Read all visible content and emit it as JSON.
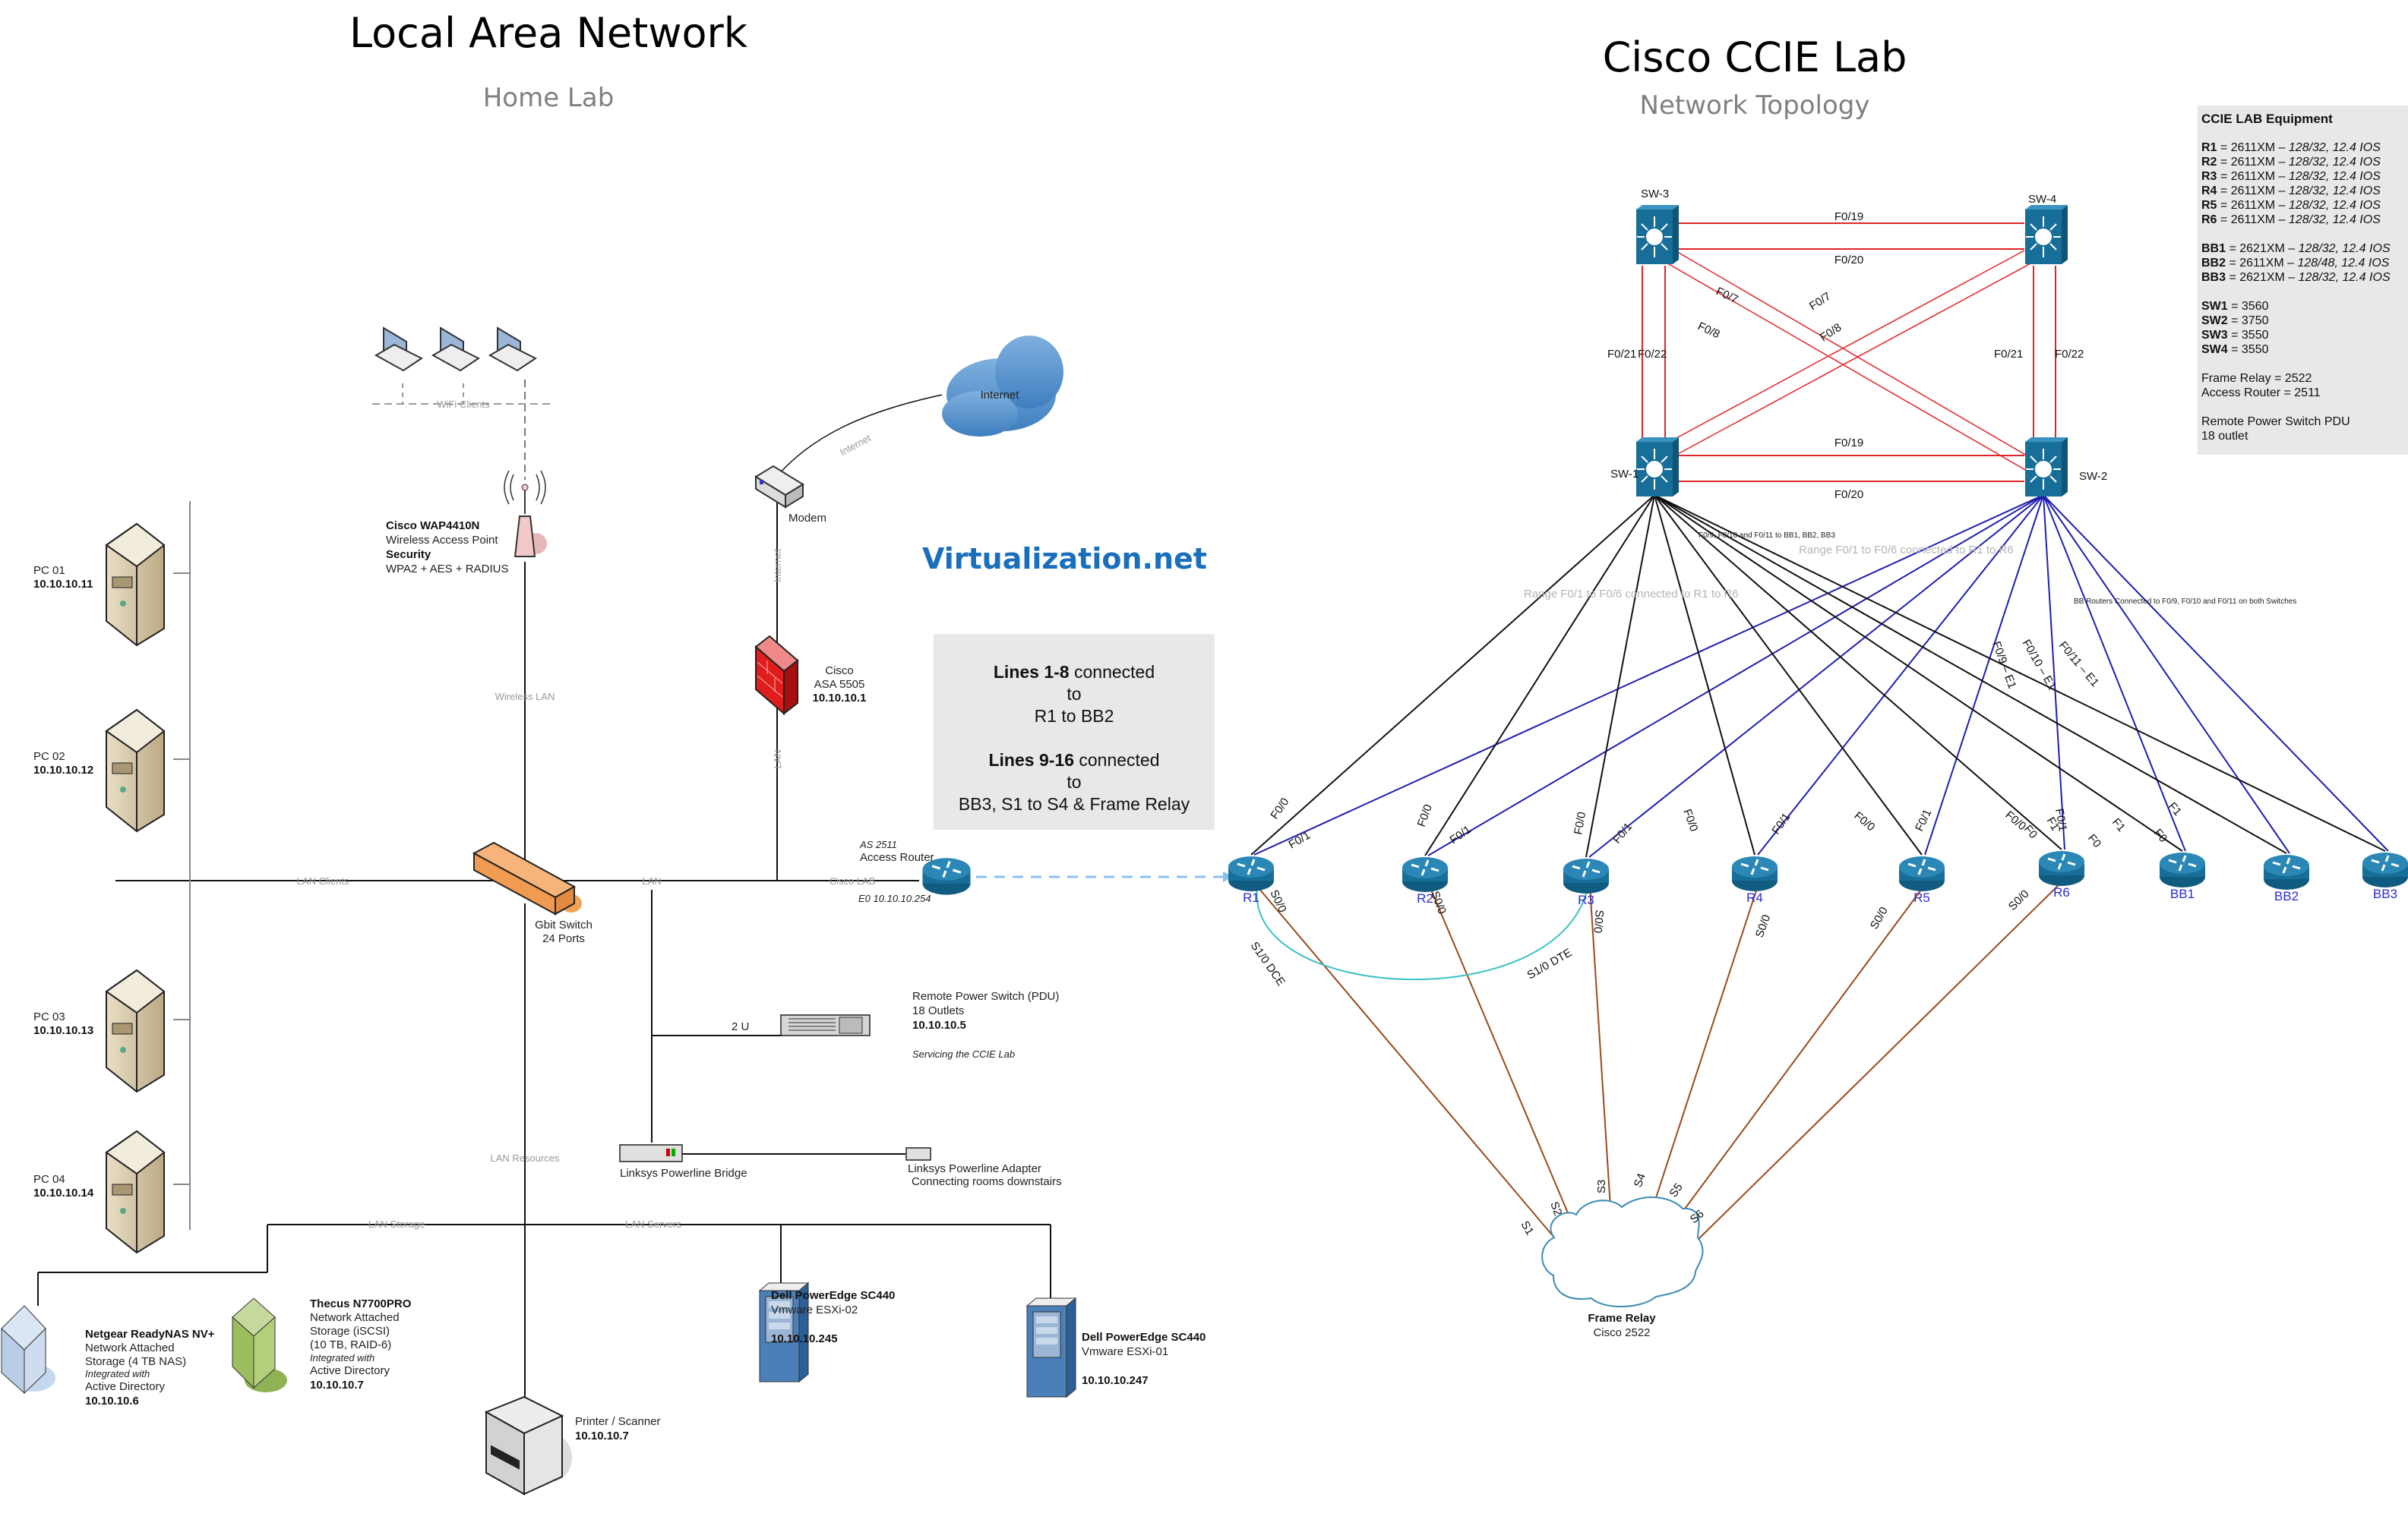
{
  "lan": {
    "title": "Local Area Network",
    "subtitle_initial": "H",
    "subtitle_rest": "ome Lab",
    "wifi_clients_label": "WiFi Clients",
    "wap": {
      "name": "Cisco WAP4410N",
      "desc": "Wireless Access Point",
      "security_label": "Security",
      "security": "WPA2 + AES + RADIUS"
    },
    "modem_label": "Modem",
    "internet_label": "Internet",
    "link_internet_1": "Internet",
    "link_internet_2": "Internet",
    "link_wireless_lan": "Wireless LAN",
    "link_lan_fw": "LAN",
    "firewall": {
      "line1": "Cisco",
      "line2": "ASA 5505",
      "ip": "10.10.10.1"
    },
    "pcs": [
      {
        "name": "PC 01",
        "ip": "10.10.10.11"
      },
      {
        "name": "PC 02",
        "ip": "10.10.10.12"
      },
      {
        "name": "PC 03",
        "ip": "10.10.10.13"
      },
      {
        "name": "PC 04",
        "ip": "10.10.10.14"
      }
    ],
    "link_lan_clients": "LAN Clients",
    "link_lan": "LAN",
    "link_cisco_lab": "Cisco LAB",
    "switch": {
      "line1": "Gbit Switch",
      "line2": "24 Ports"
    },
    "access_router": {
      "as": "AS 2511",
      "name": "Access Router",
      "ip": "E0 10.10.10.254"
    },
    "pdu": {
      "rack_units": "2 U",
      "line1": "Remote Power Switch (PDU)",
      "line2": "18 Outlets",
      "ip": "10.10.10.5",
      "note": "Servicing the CCIE Lab"
    },
    "powerline_bridge": "Linksys Powerline Bridge",
    "powerline_adapter": {
      "name": "Linksys Powerline Adapter",
      "note": "Connecting rooms downstairs"
    },
    "link_lan_resources": "LAN Resources",
    "link_lan_storage": "LAN Storage",
    "link_lan_servers": "LAN Servers",
    "netgear": {
      "name": "Netgear ReadyNAS NV+",
      "l1": "Network Attached",
      "l2": "Storage (4 TB NAS)",
      "note": "Integrated with",
      "l3": "Active Directory",
      "ip": "10.10.10.6"
    },
    "thecus": {
      "name": "Thecus N7700PRO",
      "l1": "Network Attached",
      "l2": "Storage (iSCSI)",
      "l3": "(10 TB, RAID-6)",
      "note": "Integrated with",
      "l4": "Active Directory",
      "ip": "10.10.10.7"
    },
    "printer": {
      "name": "Printer / Scanner",
      "ip": "10.10.10.7"
    },
    "esxi2": {
      "name": "Dell PowerEdge SC440",
      "role": "Vmware ESXi-02",
      "ip": "10.10.10.245"
    },
    "esxi1": {
      "name": "Dell PowerEdge SC440",
      "role": "Vmware ESXi-01",
      "ip": "10.10.10.247"
    }
  },
  "brand": "Virtualization.net",
  "lines_box": {
    "a_bold": "Lines 1-8",
    "a_rest": " connected",
    "a_to": "to",
    "a_target": "R1 to BB2",
    "b_bold": "Lines 9-16",
    "b_rest": " connected",
    "b_to": "to",
    "b_target": "BB3, S1 to S4 & Frame Relay"
  },
  "ccie": {
    "title": "Cisco CCIE Lab",
    "subtitle": "Network Topology",
    "switches": [
      "SW-1",
      "SW-2",
      "SW-3",
      "SW-4"
    ],
    "trunk_labels": {
      "top_a": "F0/19",
      "top_b": "F0/20",
      "bot_a": "F0/19",
      "bot_b": "F0/20",
      "left_a": "F0/21",
      "left_b": "F0/22",
      "right_a": "F0/21",
      "right_b": "F0/22",
      "diag_1": "F0/7",
      "diag_2": "F0/8",
      "diag_3": "F0/7",
      "diag_4": "F0/8"
    },
    "note_bb_sw1": "F0/9, F0/10 and F0/11 to BB1, BB2, BB3",
    "note_range_sw1": "Range F0/1 to F0/6 connected to R1 to R6",
    "note_range_sw2": "Range F0/1 to F0/6 connected to R1 to R6",
    "note_bb_both": "BB Routers Connected to F0/9, F0/10 and F0/11 on both Switches",
    "bb_uplinks": [
      "F0/9 – E1",
      "F0/10 – E1",
      "F0/11 – E1"
    ],
    "routers": [
      "R1",
      "R2",
      "R3",
      "R4",
      "R5",
      "R6",
      "BB1",
      "BB2",
      "BB3"
    ],
    "port_f00": "F0/0",
    "port_f01": "F0/1",
    "port_f0": "F0",
    "port_f1": "F1",
    "port_s00": "S0/0",
    "s10_dce": "S1/0 DCE",
    "s10_dte": "S1/0 DTE",
    "fr_ports": [
      "S1",
      "S2",
      "S3",
      "S4",
      "S5",
      "S6"
    ],
    "frame_relay": {
      "name": "Frame Relay",
      "model": "Cisco 2522"
    }
  },
  "equipment": {
    "title": "CCIE LAB Equipment",
    "routers": [
      {
        "id": "R1",
        "model": "2611XM",
        "spec": "128/32, 12.4 IOS"
      },
      {
        "id": "R2",
        "model": "2611XM",
        "spec": "128/32, 12.4 IOS"
      },
      {
        "id": "R3",
        "model": "2611XM",
        "spec": "128/32, 12.4 IOS"
      },
      {
        "id": "R4",
        "model": "2611XM",
        "spec": "128/32, 12.4 IOS"
      },
      {
        "id": "R5",
        "model": "2611XM",
        "spec": "128/32, 12.4 IOS"
      },
      {
        "id": "R6",
        "model": "2611XM",
        "spec": "128/32, 12.4 IOS"
      }
    ],
    "bb": [
      {
        "id": "BB1",
        "model": "2621XM",
        "spec": "128/32, 12.4 IOS"
      },
      {
        "id": "BB2",
        "model": "2611XM",
        "spec": "128/48, 12.4 IOS"
      },
      {
        "id": "BB3",
        "model": "2621XM",
        "spec": "128/32, 12.4 IOS"
      }
    ],
    "switches": [
      {
        "id": "SW1",
        "model": "3560"
      },
      {
        "id": "SW2",
        "model": "3750"
      },
      {
        "id": "SW3",
        "model": "3550"
      },
      {
        "id": "SW4",
        "model": "3550"
      }
    ],
    "frame_relay": "Frame Relay = 2522",
    "access_router": "Access Router = 2511",
    "pdu_1": "Remote Power Switch PDU",
    "pdu_2": "18 outlet"
  },
  "colors": {
    "trunk": "#e0242a",
    "sw1_link": "#111111",
    "sw2_link": "#1f1fb0",
    "serial": "#9a4a1c",
    "back_to_back": "#3cc2c4",
    "router": "#176e98",
    "brand": "#1a6fbd"
  }
}
